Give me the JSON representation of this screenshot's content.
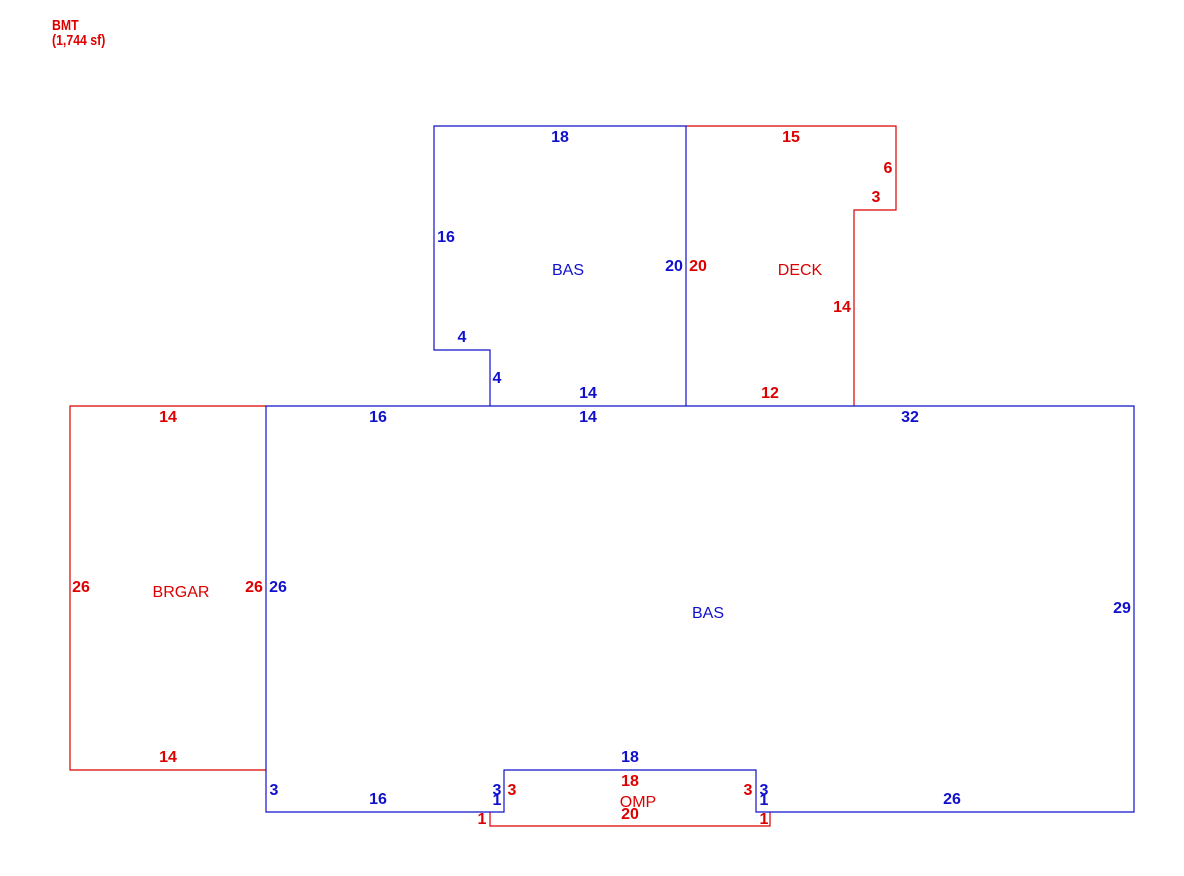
{
  "header": {
    "title": "BMT",
    "area": "(1,744 sf)"
  },
  "colors": {
    "main_line": "#1010cc",
    "secondary_line": "#dd0000"
  },
  "areas": {
    "bas_upper": {
      "label": "BAS",
      "edges": [
        "18",
        "20",
        "14",
        "4",
        "4",
        "16"
      ]
    },
    "deck": {
      "label": "DECK",
      "edges": [
        "15",
        "6",
        "3",
        "14",
        "12",
        "20"
      ]
    },
    "bas_main": {
      "label": "BAS",
      "edges": [
        "16",
        "14",
        "32",
        "29",
        "26",
        "3",
        "1",
        "18",
        "1",
        "3",
        "16",
        "3",
        "26"
      ]
    },
    "brgar": {
      "label": "BRGAR",
      "edges": [
        "14",
        "26",
        "14",
        "26"
      ]
    },
    "omp": {
      "label": "OMP",
      "edges": [
        "18",
        "3",
        "1",
        "20",
        "1",
        "3"
      ]
    }
  }
}
